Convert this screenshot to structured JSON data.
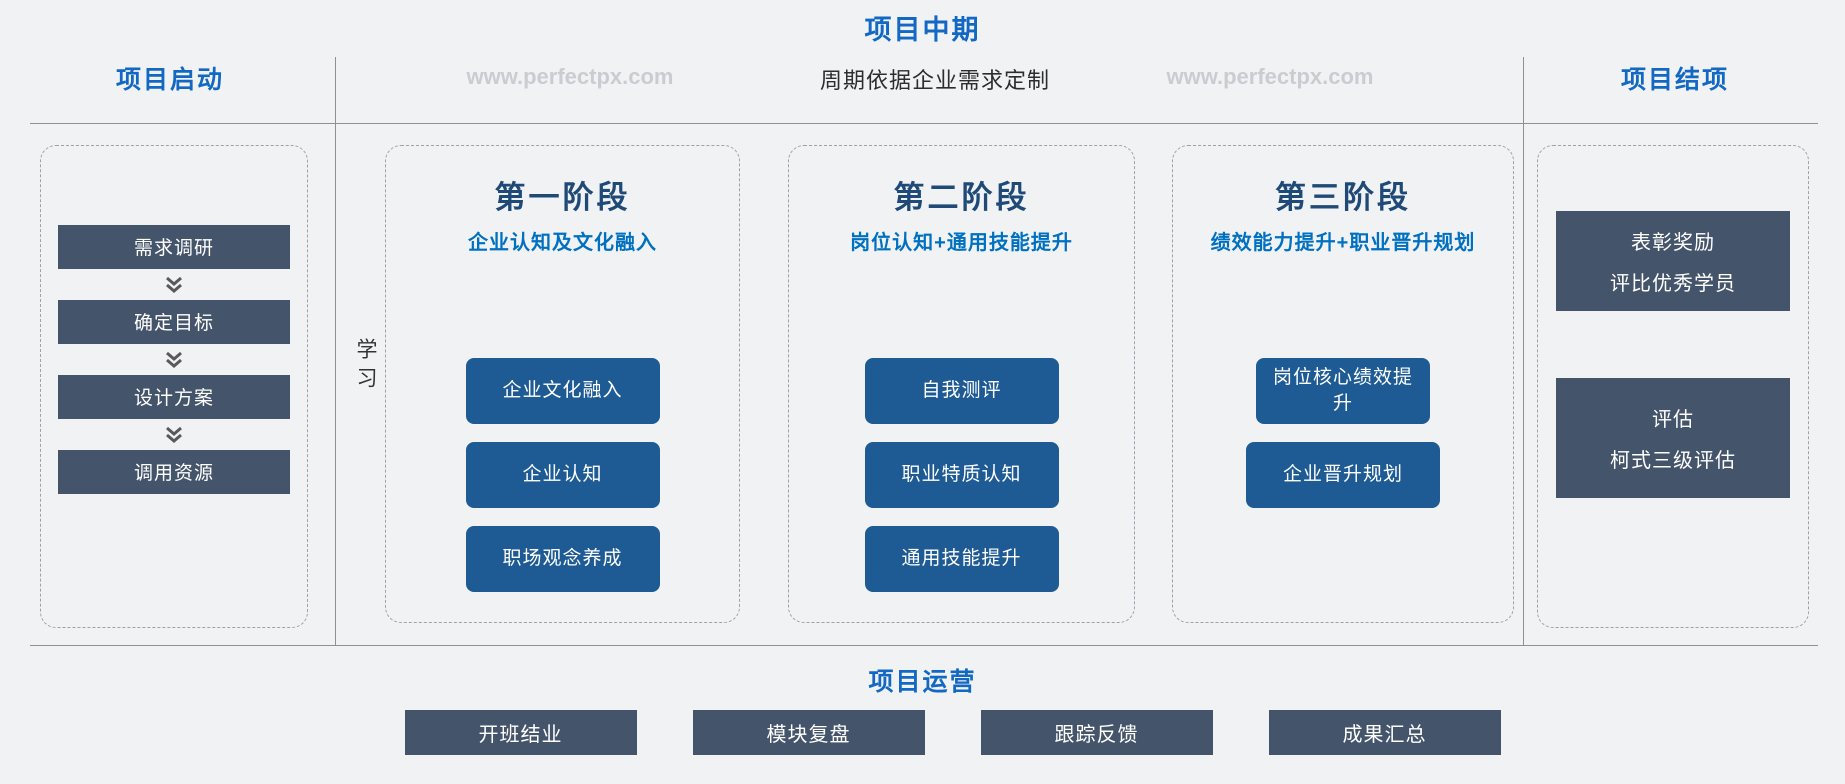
{
  "title": "项目中期",
  "header": {
    "left_title": "项目启动",
    "watermark_left": "www.perfectpx.com",
    "center_note": "周期依据企业需求定制",
    "watermark_right": "www.perfectpx.com",
    "right_title": "项目结项"
  },
  "startup_panel": {
    "steps": [
      "需求调研",
      "确定目标",
      "设计方案",
      "调用资源"
    ]
  },
  "learning_label": "学习",
  "stages": [
    {
      "title": "第一阶段",
      "subtitle": "企业认知及文化融入",
      "items": [
        "企业文化融入",
        "企业认知",
        "职场观念养成"
      ]
    },
    {
      "title": "第二阶段",
      "subtitle": "岗位认知+通用技能提升",
      "items": [
        "自我测评",
        "职业特质认知",
        "通用技能提升"
      ]
    },
    {
      "title": "第三阶段",
      "subtitle": "绩效能力提升+职业晋升规划",
      "items": [
        "岗位核心绩效提升",
        "企业晋升规划"
      ]
    }
  ],
  "closing_panel": {
    "boxes": [
      {
        "lines": [
          "表彰奖励",
          "评比优秀学员"
        ]
      },
      {
        "lines": [
          "评估",
          "柯式三级评估"
        ]
      }
    ]
  },
  "operations": {
    "title": "项目运营",
    "items": [
      "开班结业",
      "模块复盘",
      "跟踪反馈",
      "成果汇总"
    ]
  },
  "icons": {
    "step_separator": "chevron-double-down"
  },
  "colors": {
    "bg": "#F1F2F4",
    "header_blue": "#1268C2",
    "stage_title": "#1F4977",
    "subtitle_blue": "#0070C0",
    "dark_box": "#44546A",
    "stage_btn": "#1E5B94",
    "line": "#8C9197",
    "dash": "#9AA3AD",
    "watermark": "#C9CDD2",
    "note_text": "#2D2D2D",
    "box_text": "#FFFFFF"
  }
}
